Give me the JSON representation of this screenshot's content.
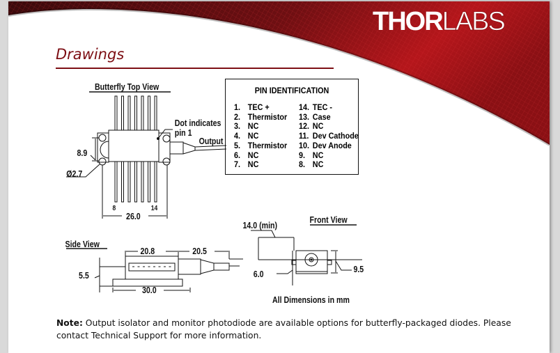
{
  "brand": {
    "logo_text": "THORLABS",
    "logo_a": "THOR",
    "logo_b": "LABS",
    "accent": "#7d0f14"
  },
  "section": {
    "title": "Drawings"
  },
  "top_view": {
    "title": "Butterfly Top View",
    "dot_note_1": "Dot indicates",
    "dot_note_2": "pin 1",
    "output": "Output",
    "dim_height": "8.9",
    "dim_hole": "Ø2.7",
    "pin_8": "8",
    "pin_14": "14",
    "dim_width": "26.0"
  },
  "pins": {
    "title": "PIN IDENTIFICATION",
    "left": [
      {
        "num": "1.",
        "name": "TEC +"
      },
      {
        "num": "2.",
        "name": "Thermistor"
      },
      {
        "num": "3.",
        "name": "NC"
      },
      {
        "num": "4.",
        "name": "NC"
      },
      {
        "num": "5.",
        "name": "Thermistor"
      },
      {
        "num": "6.",
        "name": "NC"
      },
      {
        "num": "7.",
        "name": "NC"
      }
    ],
    "right": [
      {
        "num": "14.",
        "name": "TEC -"
      },
      {
        "num": "13.",
        "name": "Case"
      },
      {
        "num": "12.",
        "name": "NC"
      },
      {
        "num": "11.",
        "name": "Dev Cathode"
      },
      {
        "num": "10.",
        "name": "Dev Anode"
      },
      {
        "num": "9.",
        "name": "NC"
      },
      {
        "num": "8.",
        "name": "NC"
      }
    ]
  },
  "side_view": {
    "title": "Side View",
    "dim_body": "20.8",
    "dim_fiber": "20.5",
    "dim_height": "5.5",
    "dim_base": "30.0"
  },
  "front_view": {
    "title": "Front View",
    "dim_min": "14.0 (min)",
    "dim_height": "6.0",
    "dim_width": "9.5"
  },
  "units_note": "All Dimensions in mm",
  "note": {
    "label": "Note:",
    "text": " Output isolator and monitor photodiode are available options for butterfly-packaged diodes. Please contact Technical Support for more information."
  }
}
